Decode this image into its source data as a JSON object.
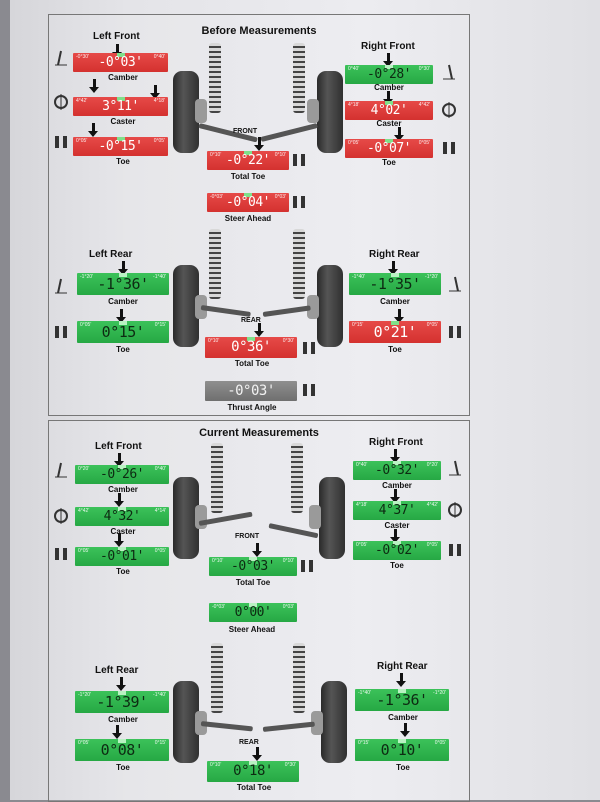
{
  "before": {
    "title": "Before Measurements",
    "front_label": "FRONT",
    "rear_label": "REAR",
    "left_front": {
      "heading": "Left Front",
      "camber": {
        "label": "Camber",
        "value": "-0°03'",
        "min": "-0°30'",
        "max": "0°40'",
        "status": "red"
      },
      "caster": {
        "label": "Caster",
        "value": "3°11'",
        "min": "4°42'",
        "max": "4°18'",
        "status": "red"
      },
      "toe": {
        "label": "Toe",
        "value": "-0°15'",
        "min": "0°05'",
        "max": "0°05'",
        "status": "red"
      }
    },
    "right_front": {
      "heading": "Right Front",
      "camber": {
        "label": "Camber",
        "value": "-0°28'",
        "min": "0°40'",
        "max": "0°30'",
        "status": "green"
      },
      "caster": {
        "label": "Caster",
        "value": "4°02'",
        "min": "4°18'",
        "max": "4°42'",
        "status": "red"
      },
      "toe": {
        "label": "Toe",
        "value": "-0°07'",
        "min": "0°05'",
        "max": "0°05'",
        "status": "red"
      }
    },
    "total_toe": {
      "label": "Total Toe",
      "value": "-0°22'",
      "min": "0°10'",
      "max": "0°10'",
      "status": "red"
    },
    "steer_ahead": {
      "label": "Steer Ahead",
      "value": "-0°04'",
      "min": "-0°03'",
      "max": "0°03'",
      "status": "red"
    },
    "left_rear": {
      "heading": "Left Rear",
      "camber": {
        "label": "Camber",
        "value": "-1°36'",
        "min": "-1°20'",
        "max": "-1°40'",
        "status": "green"
      },
      "toe": {
        "label": "Toe",
        "value": "0°15'",
        "min": "0°05'",
        "max": "0°15'",
        "status": "green"
      }
    },
    "right_rear": {
      "heading": "Right Rear",
      "camber": {
        "label": "Camber",
        "value": "-1°35'",
        "min": "-1°40'",
        "max": "-1°20'",
        "status": "green"
      },
      "toe": {
        "label": "Toe",
        "value": "0°21'",
        "min": "0°15'",
        "max": "0°05'",
        "status": "red"
      }
    },
    "rear_total_toe": {
      "label": "Total Toe",
      "value": "0°36'",
      "min": "0°10'",
      "max": "0°30'",
      "status": "red"
    },
    "thrust_angle": {
      "label": "Thrust Angle",
      "value": "-0°03'",
      "status": "gray"
    }
  },
  "current": {
    "title": "Current Measurements",
    "front_label": "FRONT",
    "rear_label": "REAR",
    "left_front": {
      "heading": "Left Front",
      "camber": {
        "label": "Camber",
        "value": "-0°26'",
        "min": "0°20'",
        "max": "0°40'",
        "status": "green"
      },
      "caster": {
        "label": "Caster",
        "value": "4°32'",
        "min": "4°42'",
        "max": "4°14'",
        "status": "green"
      },
      "toe": {
        "label": "Toe",
        "value": "-0°01'",
        "min": "0°05'",
        "max": "0°05'",
        "status": "green"
      }
    },
    "right_front": {
      "heading": "Right Front",
      "camber": {
        "label": "Camber",
        "value": "-0°32'",
        "min": "0°40'",
        "max": "0°20'",
        "status": "green"
      },
      "caster": {
        "label": "Caster",
        "value": "4°37'",
        "min": "4°18'",
        "max": "4°42'",
        "status": "green"
      },
      "toe": {
        "label": "Toe",
        "value": "-0°02'",
        "min": "0°05'",
        "max": "0°05'",
        "status": "green"
      }
    },
    "total_toe": {
      "label": "Total Toe",
      "value": "-0°03'",
      "min": "0°10'",
      "max": "0°10'",
      "status": "green"
    },
    "steer_ahead": {
      "label": "Steer Ahead",
      "value": "0°00'",
      "min": "-0°03'",
      "max": "0°03'",
      "status": "green"
    },
    "left_rear": {
      "heading": "Left Rear",
      "camber": {
        "label": "Camber",
        "value": "-1°39'",
        "min": "-1°20'",
        "max": "-1°40'",
        "status": "green"
      },
      "toe": {
        "label": "Toe",
        "value": "0°08'",
        "min": "0°05'",
        "max": "0°15'",
        "status": "green"
      }
    },
    "right_rear": {
      "heading": "Right Rear",
      "camber": {
        "label": "Camber",
        "value": "-1°36'",
        "min": "-1°40'",
        "max": "-1°20'",
        "status": "green"
      },
      "toe": {
        "label": "Toe",
        "value": "0°10'",
        "min": "0°15'",
        "max": "0°05'",
        "status": "green"
      }
    },
    "rear_total_toe": {
      "label": "Total Toe",
      "value": "0°18'",
      "min": "0°10'",
      "max": "0°30'",
      "status": "green"
    }
  },
  "colors": {
    "out_of_spec": "#d4312f",
    "in_spec": "#26a844",
    "neutral": "#7a7a7a"
  }
}
